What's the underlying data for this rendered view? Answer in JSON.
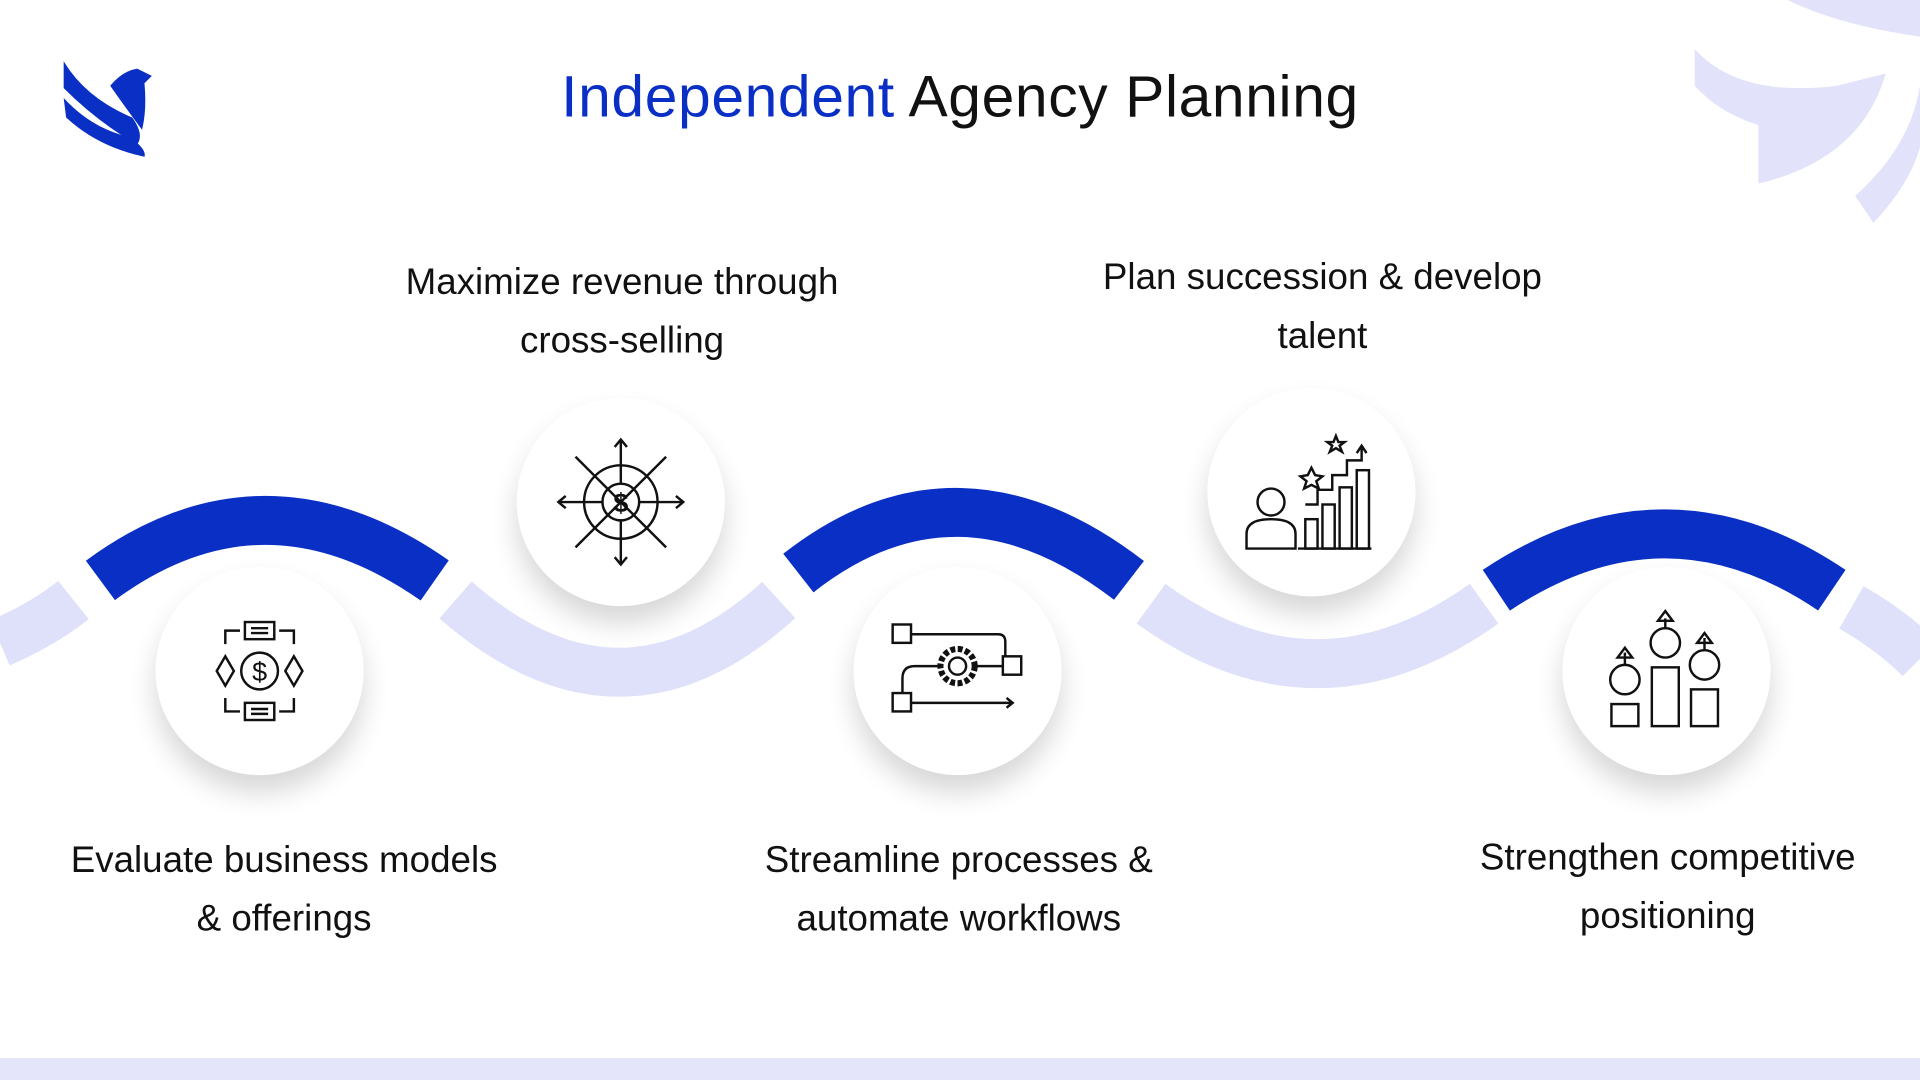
{
  "title": {
    "accent": "Independent",
    "rest": "Agency Planning"
  },
  "steps": [
    {
      "line1": "Evaluate business models",
      "line2": "& offerings",
      "icon": "business-model-icon"
    },
    {
      "line1": "Maximize revenue through",
      "line2": "cross-selling",
      "icon": "revenue-dollar-icon"
    },
    {
      "line1": "Streamline processes &",
      "line2": "automate workflows",
      "icon": "workflow-gear-icon"
    },
    {
      "line1": "Plan succession & develop",
      "line2": "talent",
      "icon": "talent-growth-icon"
    },
    {
      "line1": "Strengthen competitive",
      "line2": "positioning",
      "icon": "competitive-podium-icon"
    }
  ],
  "colors": {
    "accent": "#0a2fc4",
    "light": "#dfe1fa",
    "text": "#111111"
  }
}
